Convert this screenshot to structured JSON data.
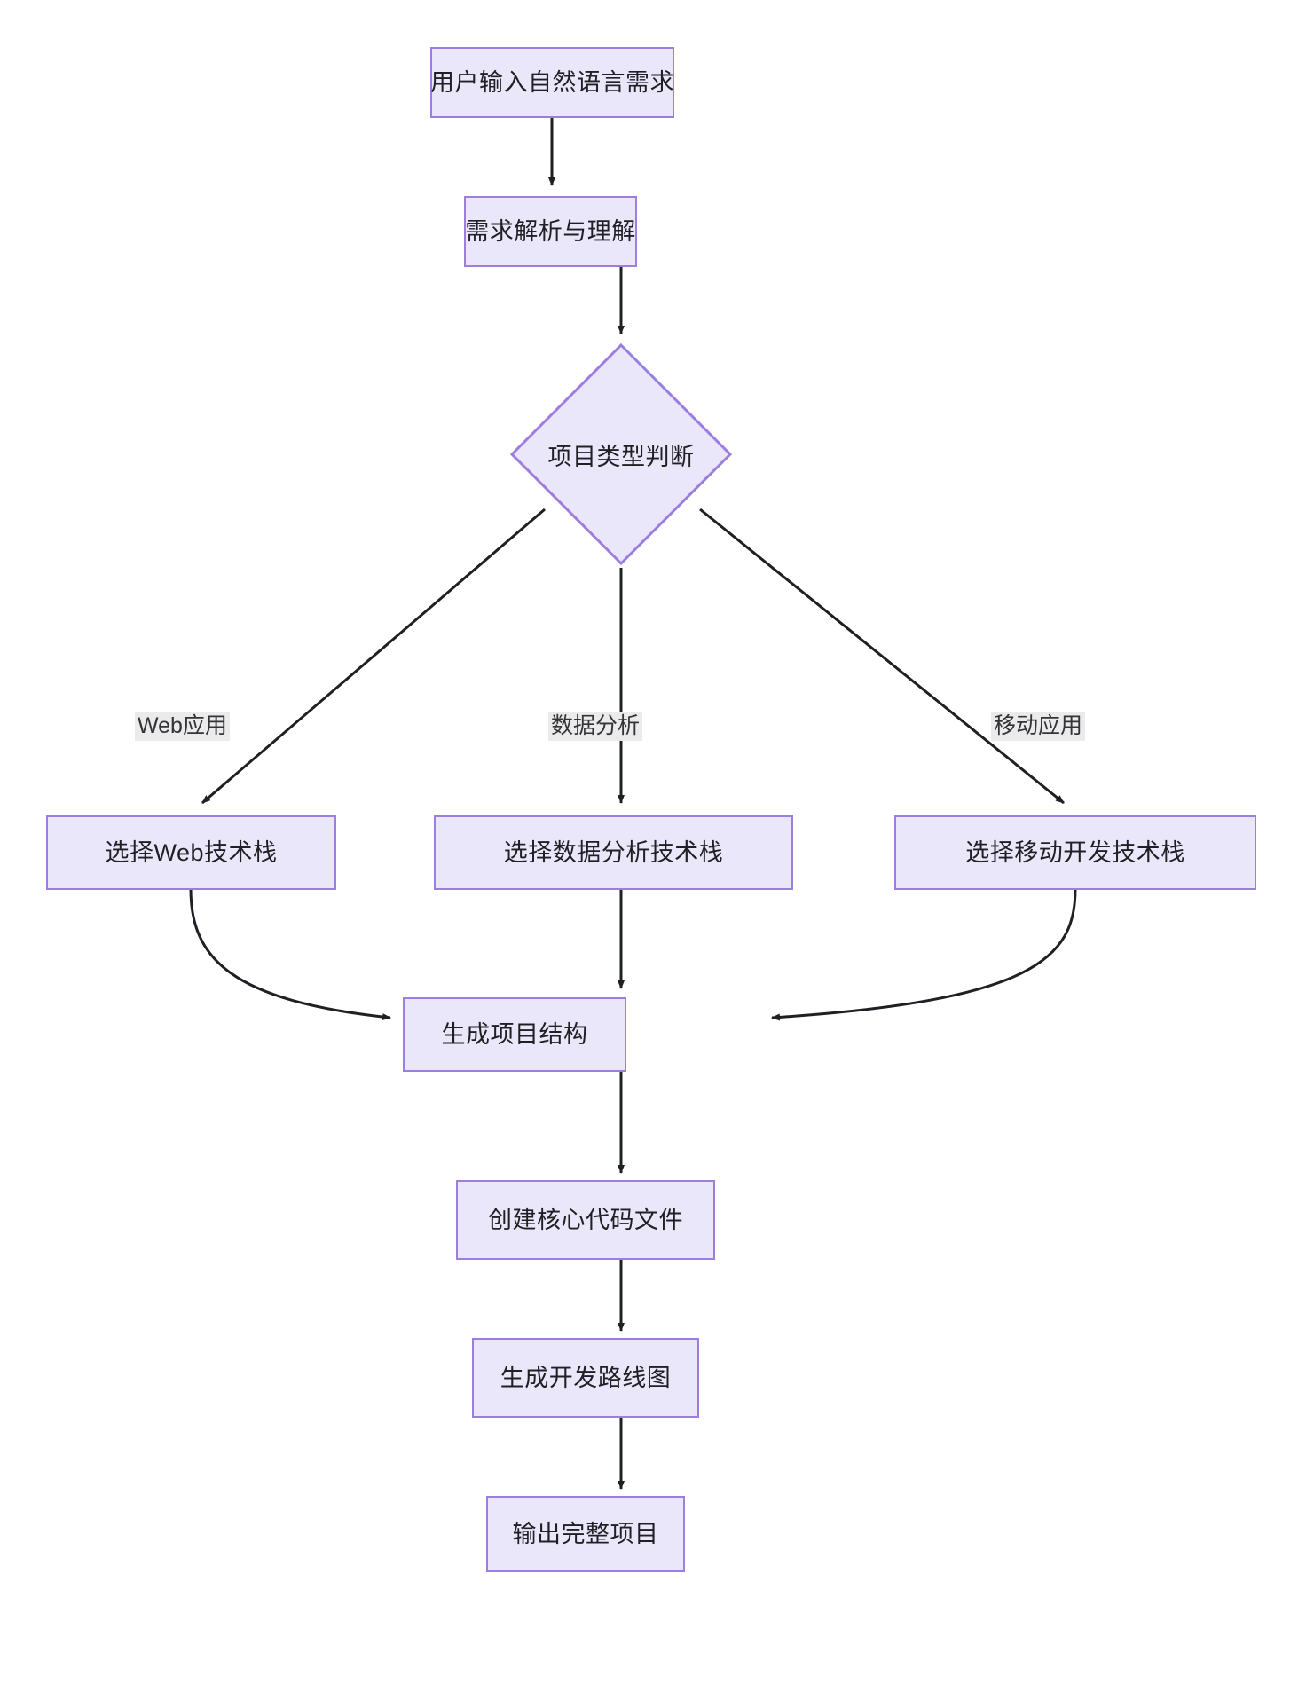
{
  "diagram": {
    "type": "flowchart",
    "direction": "top-to-bottom",
    "theme": {
      "node_fill": "#ebe7fb",
      "node_stroke": "#9b7ede",
      "edge_color": "#1f2024",
      "text_color": "#1f2024",
      "edge_label_bg": "#ebebeb",
      "background": "#ffffff"
    },
    "nodes": [
      {
        "id": "n1",
        "shape": "rect",
        "label": "用户输入自然语言需求"
      },
      {
        "id": "n2",
        "shape": "rect",
        "label": "需求解析与理解"
      },
      {
        "id": "n3",
        "shape": "diamond",
        "label": "项目类型判断"
      },
      {
        "id": "n4",
        "shape": "rect",
        "label": "选择Web技术栈"
      },
      {
        "id": "n5",
        "shape": "rect",
        "label": "选择数据分析技术栈"
      },
      {
        "id": "n6",
        "shape": "rect",
        "label": "选择移动开发技术栈"
      },
      {
        "id": "n7",
        "shape": "rect",
        "label": "生成项目结构"
      },
      {
        "id": "n8",
        "shape": "rect",
        "label": "创建核心代码文件"
      },
      {
        "id": "n9",
        "shape": "rect",
        "label": "生成开发路线图"
      },
      {
        "id": "n10",
        "shape": "rect",
        "label": "输出完整项目"
      }
    ],
    "edge_labels": [
      {
        "id": "e-web",
        "label": "Web应用"
      },
      {
        "id": "e-data",
        "label": "数据分析"
      },
      {
        "id": "e-mobile",
        "label": "移动应用"
      }
    ],
    "edges": [
      {
        "from": "n1",
        "to": "n2",
        "label": ""
      },
      {
        "from": "n2",
        "to": "n3",
        "label": ""
      },
      {
        "from": "n3",
        "to": "n4",
        "label": "Web应用"
      },
      {
        "from": "n3",
        "to": "n5",
        "label": "数据分析"
      },
      {
        "from": "n3",
        "to": "n6",
        "label": "移动应用"
      },
      {
        "from": "n4",
        "to": "n7",
        "label": ""
      },
      {
        "from": "n5",
        "to": "n7",
        "label": ""
      },
      {
        "from": "n6",
        "to": "n7",
        "label": ""
      },
      {
        "from": "n7",
        "to": "n8",
        "label": ""
      },
      {
        "from": "n8",
        "to": "n9",
        "label": ""
      },
      {
        "from": "n9",
        "to": "n10",
        "label": ""
      }
    ]
  }
}
